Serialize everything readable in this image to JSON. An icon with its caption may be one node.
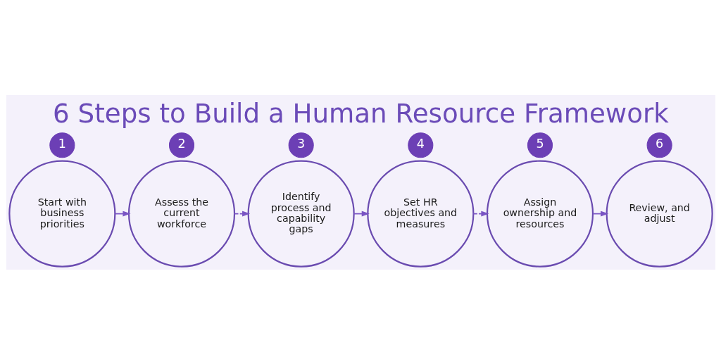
{
  "diagram": {
    "title": "6 Steps to Build a Human Resource Framework",
    "nodes": [
      {
        "text": [
          "Start with business priorities"
        ]
      },
      {
        "text": [
          "1"
        ]
      },
      {
        "text": [
          "Assess the current workforce"
        ]
      },
      {
        "text": [
          "2"
        ]
      },
      {
        "text": [
          "Identify process and capability gaps"
        ]
      },
      {
        "text": [
          "3"
        ]
      },
      {
        "text": [
          "Set HR objectives and measures"
        ]
      },
      {
        "text": [
          "4"
        ]
      },
      {
        "text": [
          "Assign ownership and resources"
        ]
      },
      {
        "text": [
          "5"
        ]
      },
      {
        "text": [
          "Review, and adjust"
        ]
      },
      {
        "text": [
          "6"
        ]
      }
    ],
    "edges": [
      {
        "from": 0,
        "to": 2,
        "arrow": "to"
      },
      {
        "from": 2,
        "to": 4,
        "arrow": "to",
        "style": "dashed"
      },
      {
        "from": 4,
        "to": 6,
        "arrow": "to"
      },
      {
        "from": 6,
        "to": 8,
        "arrow": "to",
        "style": "dashed"
      },
      {
        "from": 8,
        "to": 10,
        "arrow": "to"
      }
    ]
  }
}
